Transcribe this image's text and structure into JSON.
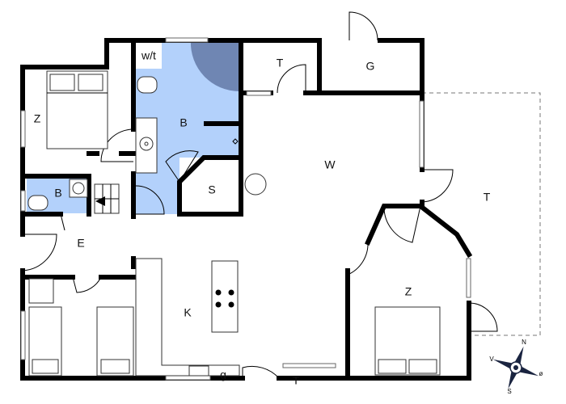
{
  "rooms": {
    "bedroom_nw": "Z",
    "wc": "w/t",
    "bathroom_main": "B",
    "bathroom_small": "B",
    "storage": "S",
    "entrance": "E",
    "living": "W",
    "porch_top": "T",
    "garage_shed": "G",
    "terrace": "T",
    "kitchen": "K",
    "kitchen_g": "g",
    "porch_bottom": "T",
    "bedroom_se": "Z"
  },
  "compass": {
    "n": "N",
    "w": "V",
    "e": "ø",
    "s": "S"
  },
  "colors": {
    "bathroom": "#b3d1fb",
    "shower": "#6f86b3",
    "wall": "#000000"
  }
}
